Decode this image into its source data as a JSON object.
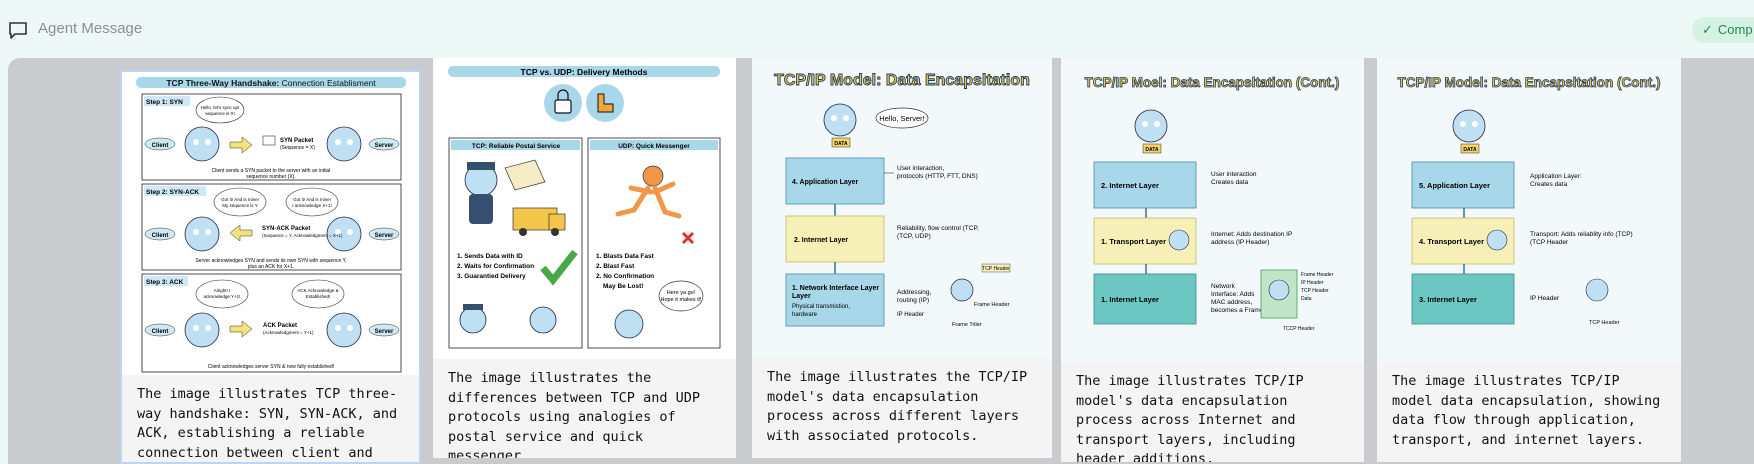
{
  "header": {
    "title": "Agent Message",
    "status": "Comp",
    "icon": "message-square-icon"
  },
  "cards": [
    {
      "caption": "The image illustrates TCP three-way handshake: SYN, SYN-ACK, and ACK, establishing a reliable connection between client and server.",
      "illustration": {
        "title_bold": "TCP Three-Way Handshake:",
        "title_rest": " Connection Establisment",
        "steps": [
          {
            "label": "Step 1: SYN",
            "packet": "SYN Packet",
            "packet_sub": "(Sequence = X)",
            "bubble": "Hello, let's sync up! I'm ready to start with sequence X!",
            "note": "Client sends a SYN packet to the server with an initial sequence number (X)."
          },
          {
            "label": "Step 2: SYN-ACK",
            "packet": "SYN-ACK Packet",
            "packet_sub": "(Sequence = Y, Acknowledgment = X+1)",
            "bubble": "Got it! And is mine! My sequence is Y I acknowledge X+1!",
            "bubble2": "Got it! And is mine! My sequence is Y I acknowledge X+1!",
            "note": "Server acknowledges SYN and sends its own SYN with sequence Y, plus an ACK for X+1."
          },
          {
            "label": "Step 3: ACK",
            "packet": "ACK Packet",
            "packet_sub": "(Acknowledgment = Y+1)",
            "bubble": "Alright! I acknowledge Y+1! Established!",
            "bubble2": "ACK Acknowledge & Established!",
            "note": "Client acknowledges server SYN & now fully established!"
          }
        ],
        "client": "Client",
        "server": "Server"
      }
    },
    {
      "caption": "The image illustrates the differences between TCP and UDP protocols using analogies of postal service and quick messenger.",
      "illustration": {
        "title": "TCP vs. UDP: Delivery Methods",
        "left_title": "TCP: Reliable Postal Service",
        "right_title": "UDP: Quick Messenger",
        "left_points": [
          "1. Sends Data with ID",
          "2. Waits for Confirmation",
          "3. Guarantied Delivery"
        ],
        "right_points": [
          "1. Blasts Data Fast",
          "2. Blast Fast",
          "2. No Confirmation",
          "May Be Lost!"
        ],
        "bubble": "Here ya go! Hope it makes it!"
      }
    },
    {
      "caption": "The image illustrates the TCP/IP model's data encapsulation process across different layers with associated protocols.",
      "illustration": {
        "title": "TCP/IP Model: Data Encapsltation",
        "bubble": "Hello, Server!",
        "data_label": "DATA",
        "layers": [
          {
            "name": "4. Application Layer",
            "desc": "User interaction, protocols (HTTP, FTT, DNS)",
            "color": "#a9d7ea"
          },
          {
            "name": "2. Internet Layer",
            "desc": "Reliability, flow control (TCP, (TCP, UDP)",
            "color": "#f6efb8"
          },
          {
            "name": "1. Network Interface Layer Layer",
            "sub": "Physical transmistion, hardware",
            "desc": "Addressing, routing (IP)",
            "color": "#a9d7ea"
          }
        ],
        "tags": [
          "TCP Header",
          "IP Header",
          "Frame Header",
          "Frame Triler"
        ]
      }
    },
    {
      "caption": "The image illustrates TCP/IP model's data encapsulation process across Internet and transport layers, including header additions.",
      "illustration": {
        "title": "TCP/IP Moel: Data Encapsltation (Cont.)",
        "data_label": "DATA",
        "layers": [
          {
            "name": "2. Internet Layer",
            "desc": "User interaction Creates data",
            "color": "#a9d7ea"
          },
          {
            "name": "1. Transport Layer",
            "desc": "Internet: Adds destination IP address (IP Header)",
            "color": "#f6efb8"
          },
          {
            "name": "1. Internet Layer",
            "desc": "Network Interface: Adds MAC address, becomes a Frame",
            "color": "#6cc7c2"
          }
        ],
        "tags": [
          "Frame Header",
          "IP Header",
          "TCP Header",
          "Data",
          "TCCP Header"
        ]
      }
    },
    {
      "caption": "The image illustrates TCP/IP model data encapsulation, showing data flow through application, transport, and internet layers.",
      "illustration": {
        "title": "TCP/IP Model: Data Encapsltation (Cont.)",
        "data_label": "DATA",
        "layers": [
          {
            "name": "5. Application Layer",
            "desc": "Application Layer: Creates data",
            "color": "#a9d7ea"
          },
          {
            "name": "4. Transport Layer",
            "desc": "Transport: Adds reliability info (TCP) (TCP Header",
            "color": "#f6efb8"
          },
          {
            "name": "3. Internet Layer",
            "desc": "IP Header",
            "color": "#6cc7c2"
          }
        ],
        "tags": [
          "TCP Header"
        ]
      }
    }
  ]
}
